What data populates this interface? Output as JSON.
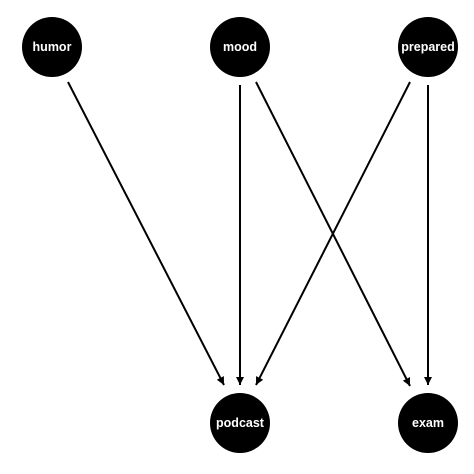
{
  "diagram": {
    "type": "dag",
    "colors": {
      "background": "#ffffff",
      "node_fill": "#000000",
      "node_text": "#ffffff",
      "edge": "#000000"
    },
    "nodes": [
      {
        "id": "humor",
        "label": "humor"
      },
      {
        "id": "mood",
        "label": "mood"
      },
      {
        "id": "prepared",
        "label": "prepared"
      },
      {
        "id": "podcast",
        "label": "podcast"
      },
      {
        "id": "exam",
        "label": "exam"
      }
    ],
    "edges": [
      {
        "from": "humor",
        "to": "podcast"
      },
      {
        "from": "mood",
        "to": "podcast"
      },
      {
        "from": "mood",
        "to": "exam"
      },
      {
        "from": "prepared",
        "to": "podcast"
      },
      {
        "from": "prepared",
        "to": "exam"
      }
    ]
  }
}
